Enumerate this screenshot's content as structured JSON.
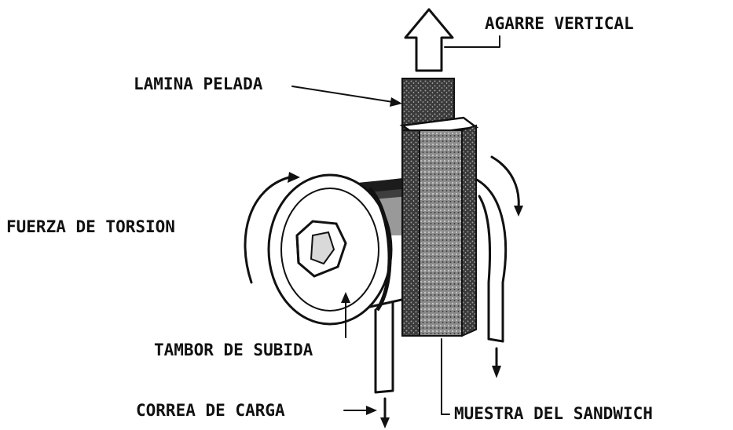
{
  "labels": {
    "vertical_grip": "AGARRE VERTICAL",
    "peeled_sheet": "LAMINA PELADA",
    "torsion_force": "FUERZA DE TORSION",
    "climbing_drum": "TAMBOR DE SUBIDA",
    "load_strap": "CORREA DE CARGA",
    "sandwich_specimen": "MUESTRA DEL SANDWICH"
  },
  "colors": {
    "ink": "#111111",
    "background": "#ffffff",
    "specimen_dark": "#2a2a2a",
    "specimen_mid": "#6d6d6d",
    "drum_shadow": "#1c1c1c"
  }
}
